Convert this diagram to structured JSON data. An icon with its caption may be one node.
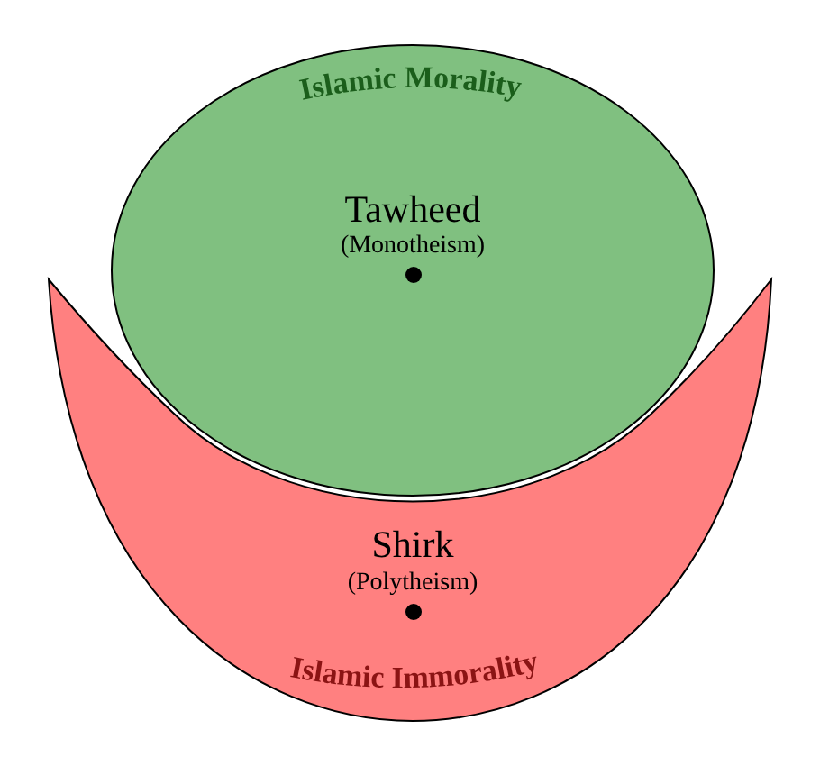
{
  "diagram": {
    "nodes": [
      {
        "text": [
          "Islamic Morality",
          "Tawheed",
          "(Monotheism)"
        ]
      },
      {
        "text": [
          "Shirk",
          "(Polytheism)",
          "Islamic Immorality"
        ]
      }
    ]
  }
}
